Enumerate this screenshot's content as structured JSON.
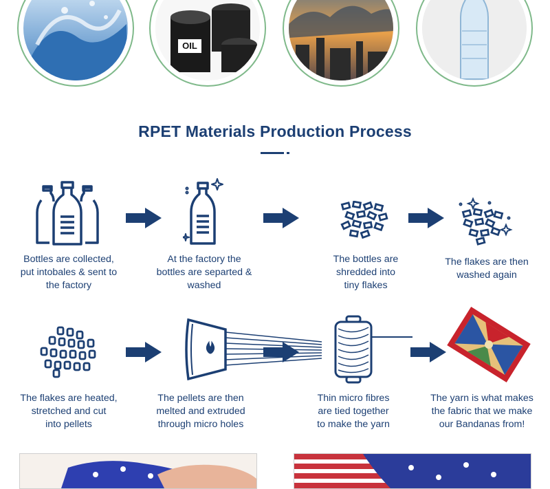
{
  "header_images": [
    {
      "name": "water-splash"
    },
    {
      "name": "oil-barrels",
      "label": "OIL"
    },
    {
      "name": "factory-pollution"
    },
    {
      "name": "plastic-bottle"
    }
  ],
  "title": "RPET Materials Production Process",
  "steps": [
    {
      "lines": [
        "Bottles are collected,",
        "put intobales & sent to",
        "the factory"
      ]
    },
    {
      "lines": [
        "At the factory the",
        "bottles are separted &",
        "washed"
      ]
    },
    {
      "lines": [
        "The bottles are",
        "shredded into",
        "tiny flakes"
      ]
    },
    {
      "lines": [
        "The flakes are then",
        "washed again"
      ]
    },
    {
      "lines": [
        "The flakes are heated,",
        "stretched and cut",
        "into pellets"
      ]
    },
    {
      "lines": [
        "The pellets are then",
        "melted and extruded",
        "through micro holes"
      ]
    },
    {
      "lines": [
        "Thin micro fibres",
        "are tied together",
        "to make the yarn"
      ]
    },
    {
      "lines": [
        "The yarn is what makes",
        "the fabric that we make",
        "our Bandanas from!"
      ]
    }
  ],
  "colors": {
    "primary": "#1c3f73",
    "circle_border": "#7fb98a"
  }
}
